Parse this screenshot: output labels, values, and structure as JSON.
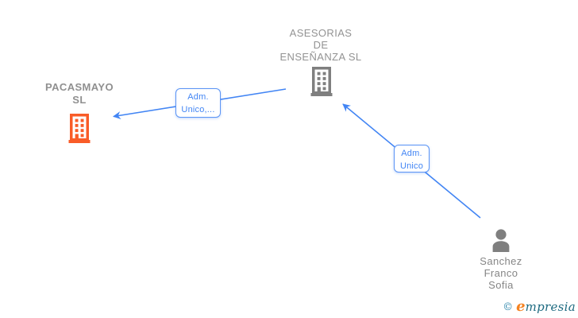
{
  "diagram": {
    "type": "corporate-relationship-graph",
    "background": "#ffffff",
    "nodes": {
      "company_left": {
        "kind": "company",
        "name": "PACASMAYO SL",
        "name_lines": [
          "PACASMAYO",
          "SL"
        ],
        "icon": "building-icon",
        "icon_color": "#f95c28"
      },
      "company_top": {
        "kind": "company",
        "name": "ASESORIAS DE ENSEÑANZA SL",
        "name_lines": [
          "ASESORIAS",
          "DE",
          "ENSEÑANZA SL"
        ],
        "icon": "building-icon",
        "icon_color": "#7f7f7f"
      },
      "person": {
        "kind": "person",
        "name": "Sanchez Franco Sofia",
        "name_lines": [
          "Sanchez",
          "Franco",
          "Sofia"
        ],
        "icon": "person-icon",
        "icon_color": "#7f7f7f"
      }
    },
    "edges": [
      {
        "from": "ASESORIAS DE ENSEÑANZA SL",
        "to": "PACASMAYO SL",
        "label": "Adm. Unico,...",
        "label_lines": [
          "Adm.",
          "Unico,..."
        ],
        "color": "#4285f4"
      },
      {
        "from": "Sanchez Franco Sofia",
        "to": "ASESORIAS DE ENSEÑANZA SL",
        "label": "Adm. Unico",
        "label_lines": [
          "Adm.",
          "Unico"
        ],
        "color": "#4285f4"
      }
    ],
    "colors": {
      "edge_blue": "#4285f4",
      "edge_label_border": "#5b94f5",
      "node_text_gray": "#8f8f8f",
      "company_left_orange": "#f95c28",
      "icon_gray": "#7f7f7f"
    },
    "watermark": {
      "copyright_symbol": "©",
      "brand_first_letter": "e",
      "brand_rest": "mpresia"
    }
  }
}
